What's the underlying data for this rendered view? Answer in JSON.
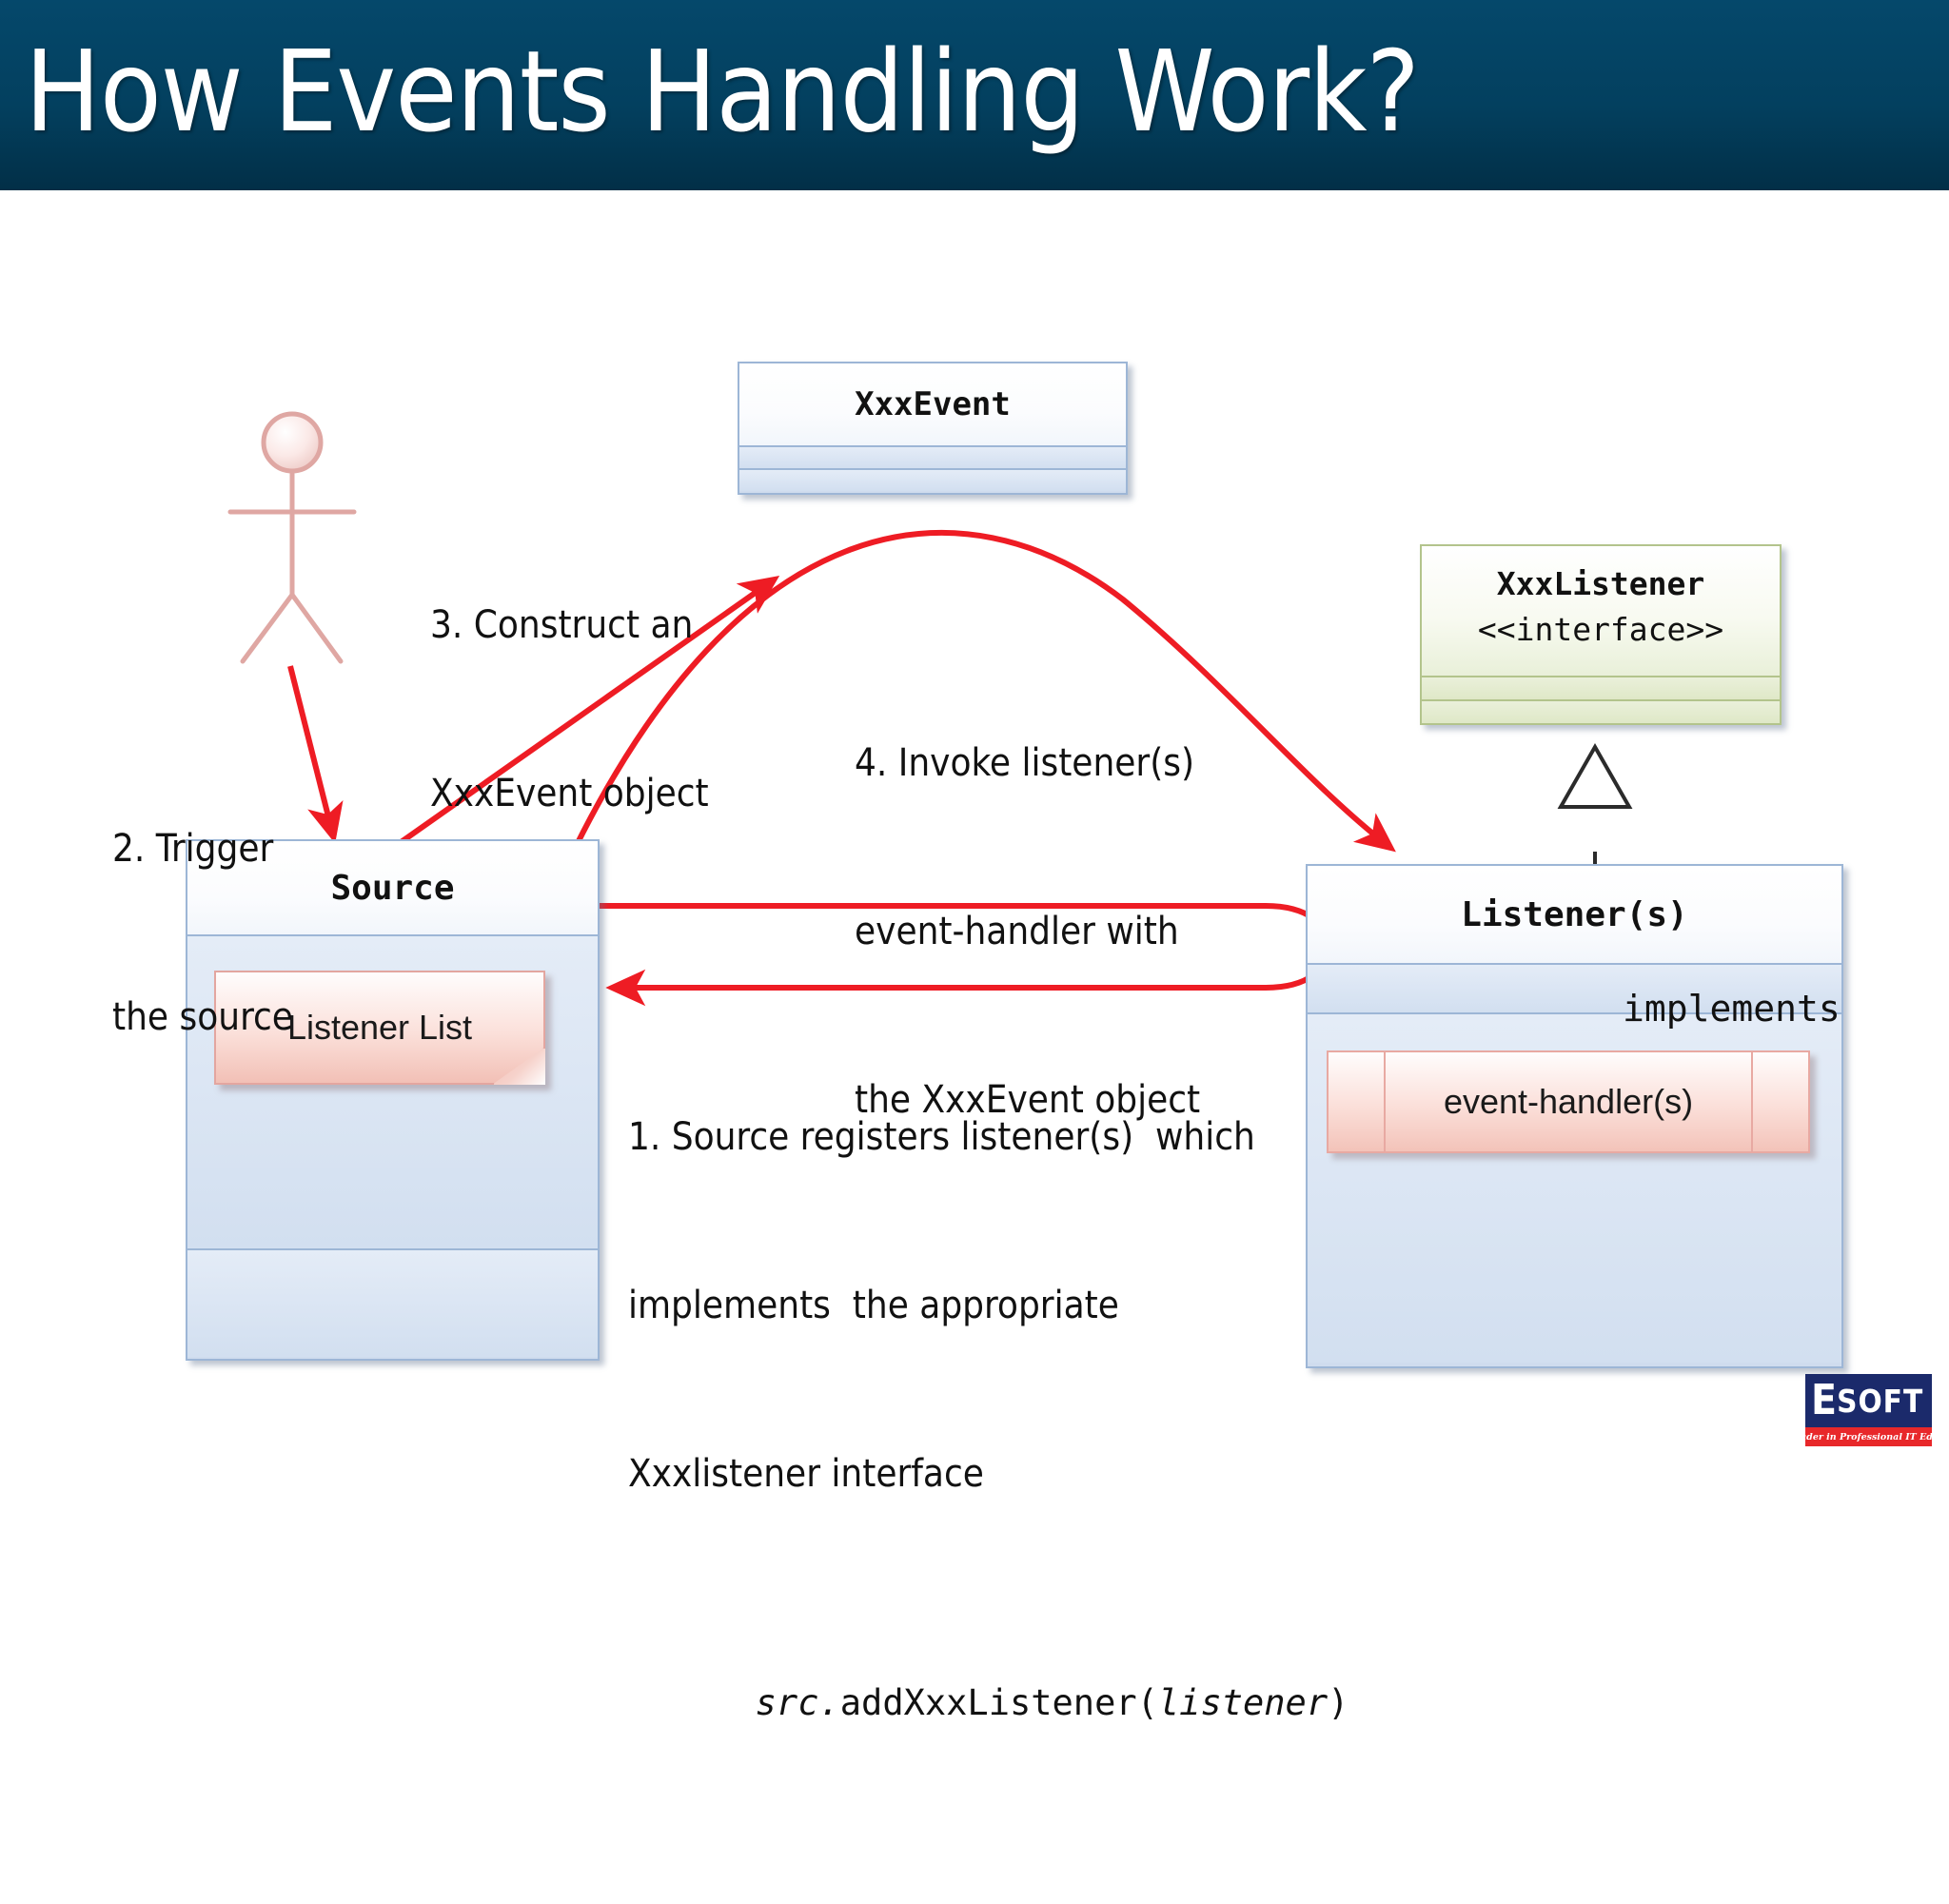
{
  "slide": {
    "title": "How Events Handling Work?",
    "title_bar_color": "#03405F",
    "background_color": "#FFFFFF",
    "arrow_color": "#EE1C24"
  },
  "diagram": {
    "type": "uml-event-handling",
    "classes": [
      {
        "key": "xxxevent",
        "name": "XxxEvent",
        "stereotype": "",
        "fill": "#CFDCEE",
        "border": "#9DB6D6",
        "compartments": 3
      },
      {
        "key": "xxxlistener",
        "name": "XxxListener",
        "stereotype": "<<interface>>",
        "fill": "#DDE8C6",
        "border": "#B3C48C",
        "compartments": 3
      },
      {
        "key": "source",
        "name": "Source",
        "stereotype": "",
        "fill": "#D2DFF0",
        "border": "#9DB6D6",
        "compartments": 3,
        "member": "Listener List"
      },
      {
        "key": "listeners",
        "name": "Listener(s)",
        "stereotype": "",
        "fill": "#D2DFF0",
        "border": "#9DB6D6",
        "compartments": 3,
        "member": "event-handler(s)"
      }
    ],
    "actor": {
      "label": "",
      "color": "#E0A8A4"
    },
    "relationships": [
      {
        "label": "implements",
        "from": "listeners",
        "to": "xxxlistener",
        "style": "realization-dashed-hollow-triangle"
      }
    ],
    "steps": [
      {
        "number": "1",
        "lines": [
          "1. Source registers listener(s)  which",
          "implements  the appropriate",
          "Xxxlistener interface"
        ],
        "code": {
          "pre": "src.",
          "mid": "addXxxListener(",
          "arg": "listener",
          "post": ")"
        }
      },
      {
        "number": "2",
        "lines": [
          "2. Trigger",
          "the source"
        ]
      },
      {
        "number": "3",
        "lines": [
          "3. Construct an",
          "XxxEvent object"
        ]
      },
      {
        "number": "4",
        "lines": [
          "4. Invoke listener(s)",
          "event-handler with",
          "the XxxEvent object"
        ]
      }
    ]
  },
  "logo": {
    "name_initial": "E",
    "name_rest": "SOFT",
    "tagline": "The Leader in Professional IT Education",
    "plate_color": "#1B2A6B",
    "strip_color": "#E8282A"
  }
}
